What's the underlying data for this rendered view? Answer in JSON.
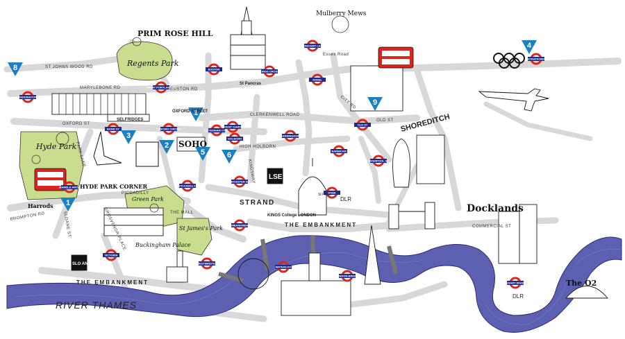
{
  "colors": {
    "road": "#d8d8d8",
    "park": "#c9dd8e",
    "river": "#5d5fb0",
    "tube_red": "#d9261c",
    "tube_bar": "#1d2a8a",
    "marker": "#1b7fc4",
    "ink": "#1a1a1a"
  },
  "districts": {
    "primrose_hill": "PRIM ROSE HILL",
    "regents_park": "Regents Park",
    "hyde_park": "Hyde Park",
    "hyde_park_corner": "HYDE PARK CORNER",
    "green_park": "Green Park",
    "st_james_park": "St James's Park",
    "buckingham_palace": "Buckingham Palace",
    "soho": "SOHO",
    "strand": "STRAND",
    "shoreditch": "SHOREDITCH",
    "docklands": "Docklands",
    "the_o2": "The O2",
    "mulberry_mews": "Mulberry Mews",
    "river_thames": "RIVER THAMES",
    "the_embankment_north": "THE EMBANKMENT",
    "the_embankment_south": "THE EMBANKMENT",
    "lse": "LSE",
    "kings_college": "KINGS College LONDON",
    "sloane": "SLO ANE",
    "harrods": "Harrods",
    "selfridges": "SELFRIDGES",
    "oxford_street_sign": "OXFORD STREET",
    "st_pancras": "St Pancras",
    "dlr_center": "DLR",
    "dlr_docklands": "DLR",
    "st_pauls": "St Pauls"
  },
  "streets": {
    "st_johns_wood": "ST JOHNS WOOD RD",
    "marylebone": "MARYLEBONE RD",
    "oxford_st": "OXFORD ST",
    "park_lane": "PARK LANE",
    "piccadilly": "PICCADILLY",
    "the_mall": "THE MALL",
    "clerkenwell": "CLERKENWELL ROAD",
    "high_holborn": "HIGH HOLBORN",
    "old_st": "OLD ST",
    "city_rd": "CITY RD",
    "essex_road": "Essex Road",
    "commercial_st": "COMMERCIAL ST",
    "brompton_rd": "BROMPTON RD",
    "sloane_st": "SLOANE ST",
    "grosvenor_place": "GROSVENOR PLACE",
    "euston_rd": "EUSTON RD",
    "kingsway": "KINGSWAY",
    "marlybone_rd": "MARYLEBONE RD"
  },
  "stations": {
    "euston": "EUSTON",
    "kings_cross": "KINGS CROSS",
    "angel": "ANGEL",
    "great_portland": "GREAT PORTLAND ST",
    "paddington": "PADDINGTON",
    "bond_st": "BOND ST",
    "oxford_circus": "OXFORD CIRCUS",
    "tottenham": "TOTTENHAM CT RD",
    "holborn": "HOLBORN",
    "farringdon": "FARRINGDON",
    "barbican": "BARBICAN",
    "old_st": "OLD ST",
    "liverpool_st": "LIVERPOOL ST",
    "marble_arch": "MARBLE ARCH",
    "piccadilly": "PICCADILLY",
    "leicester": "LEICESTER SQ",
    "bank": "BANK",
    "stratford": "STRATFORD",
    "victoria": "VICTORIA",
    "westminster": "WESTMINSTER",
    "embankment": "EMBANKMENT",
    "waterloo": "WATERLOO",
    "london_bridge": "LONDON BRIDGE",
    "canary_wharf": "CANARY WHARF",
    "covent": "COVENT GARDEN",
    "chancery": "CHANCERY LANE"
  },
  "markers": [
    "8",
    "4",
    "1",
    "9",
    "3",
    "2",
    "5",
    "6",
    "1"
  ]
}
